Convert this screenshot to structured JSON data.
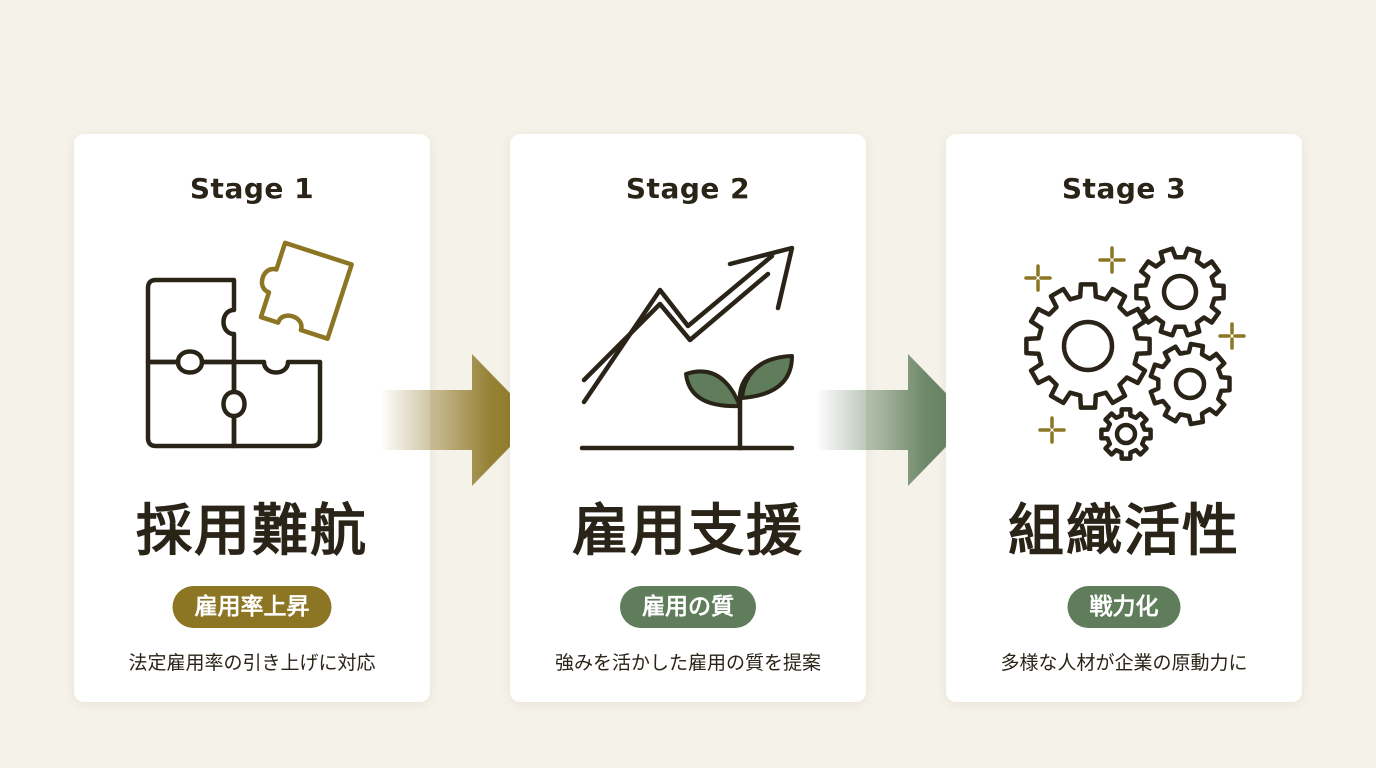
{
  "stages": [
    {
      "label": "Stage 1",
      "icon": "puzzle-icon",
      "title": "採用難航",
      "badge": "雇用率上昇",
      "badge_color": "#8c7523",
      "description": "法定雇用率の引き上げに対応"
    },
    {
      "label": "Stage 2",
      "icon": "growth-chart-sprout-icon",
      "title": "雇用支援",
      "badge": "雇用の質",
      "badge_color": "#5f7d5b",
      "description": "強みを活かした雇用の質を提案"
    },
    {
      "label": "Stage 3",
      "icon": "gears-sparkle-icon",
      "title": "組織活性",
      "badge": "戦力化",
      "badge_color": "#5f7d5b",
      "description": "多様な人材が企業の原動力に"
    }
  ],
  "colors": {
    "background": "#f5f2ea",
    "gold": "#8c7523",
    "green": "#5f7d5b",
    "ink": "#2a2418"
  }
}
